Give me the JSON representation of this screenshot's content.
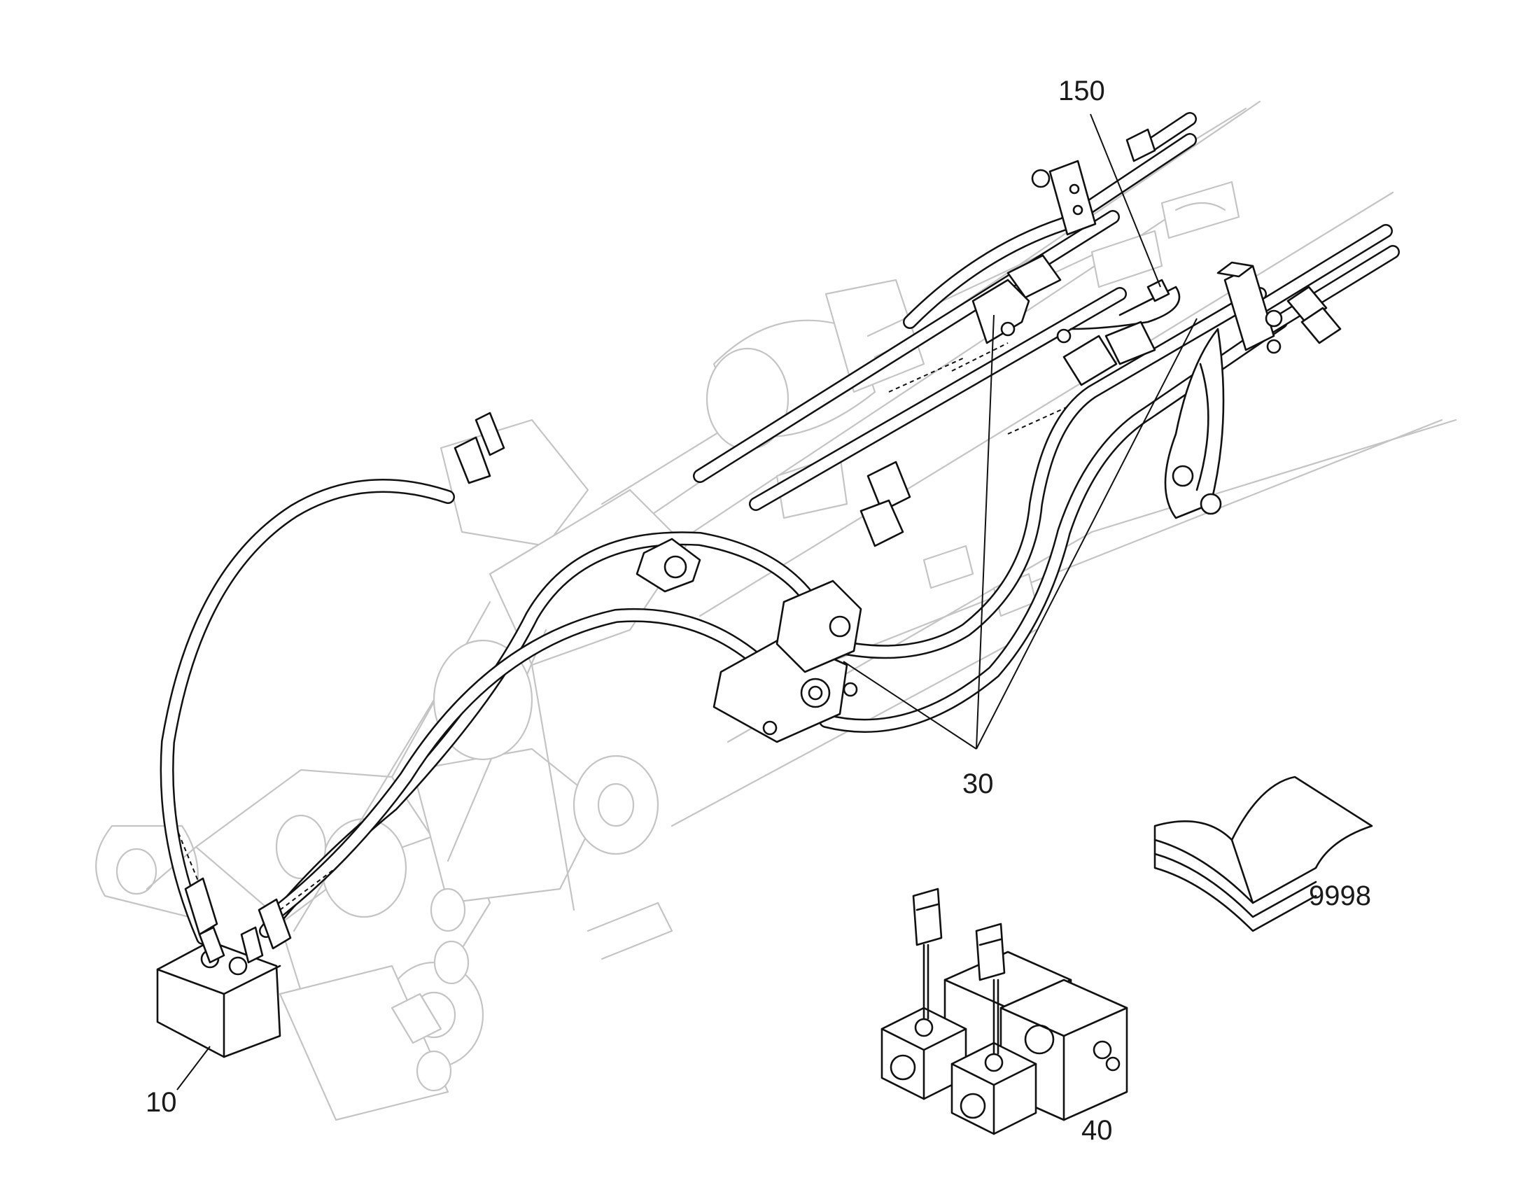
{
  "callouts": {
    "c150": "150",
    "c30": "30",
    "c10": "10",
    "c40": "40",
    "c9998": "9998"
  },
  "colors": {
    "line": "#111111",
    "ghost": "#c4c4c4",
    "background": "#ffffff"
  }
}
